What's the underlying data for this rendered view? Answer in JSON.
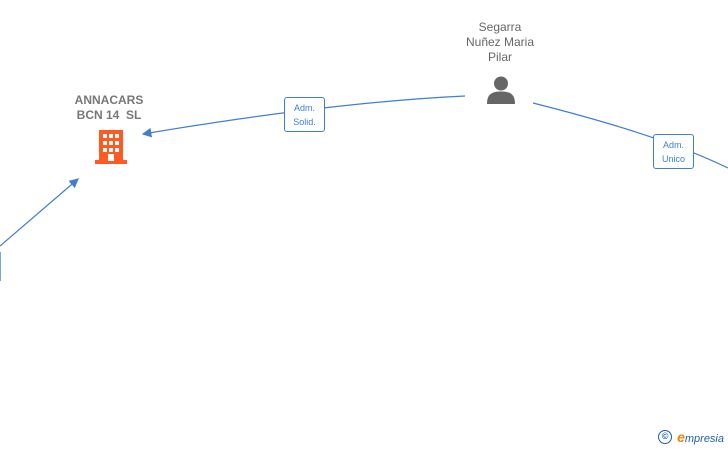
{
  "nodes": {
    "company": {
      "name_lines": [
        "ANNACARS",
        "BCN 14  SL"
      ],
      "icon": "building-icon",
      "color": "#ff5a1f"
    },
    "person": {
      "name_lines": [
        "Segarra",
        "Nuñez Maria",
        "Pilar"
      ],
      "icon": "person-icon",
      "color": "#666666"
    }
  },
  "edges": [
    {
      "role_lines": [
        "Adm.",
        "Solid."
      ]
    },
    {
      "role_lines": [
        "Adm.",
        "Unico"
      ]
    }
  ],
  "colors": {
    "edge": "#3f7fd0",
    "brand": "#1c5fa8",
    "brand_accent": "#e8860c"
  },
  "brand": {
    "copyright_symbol": "©",
    "logo_letter": "e",
    "logo_rest": "mpresia"
  }
}
